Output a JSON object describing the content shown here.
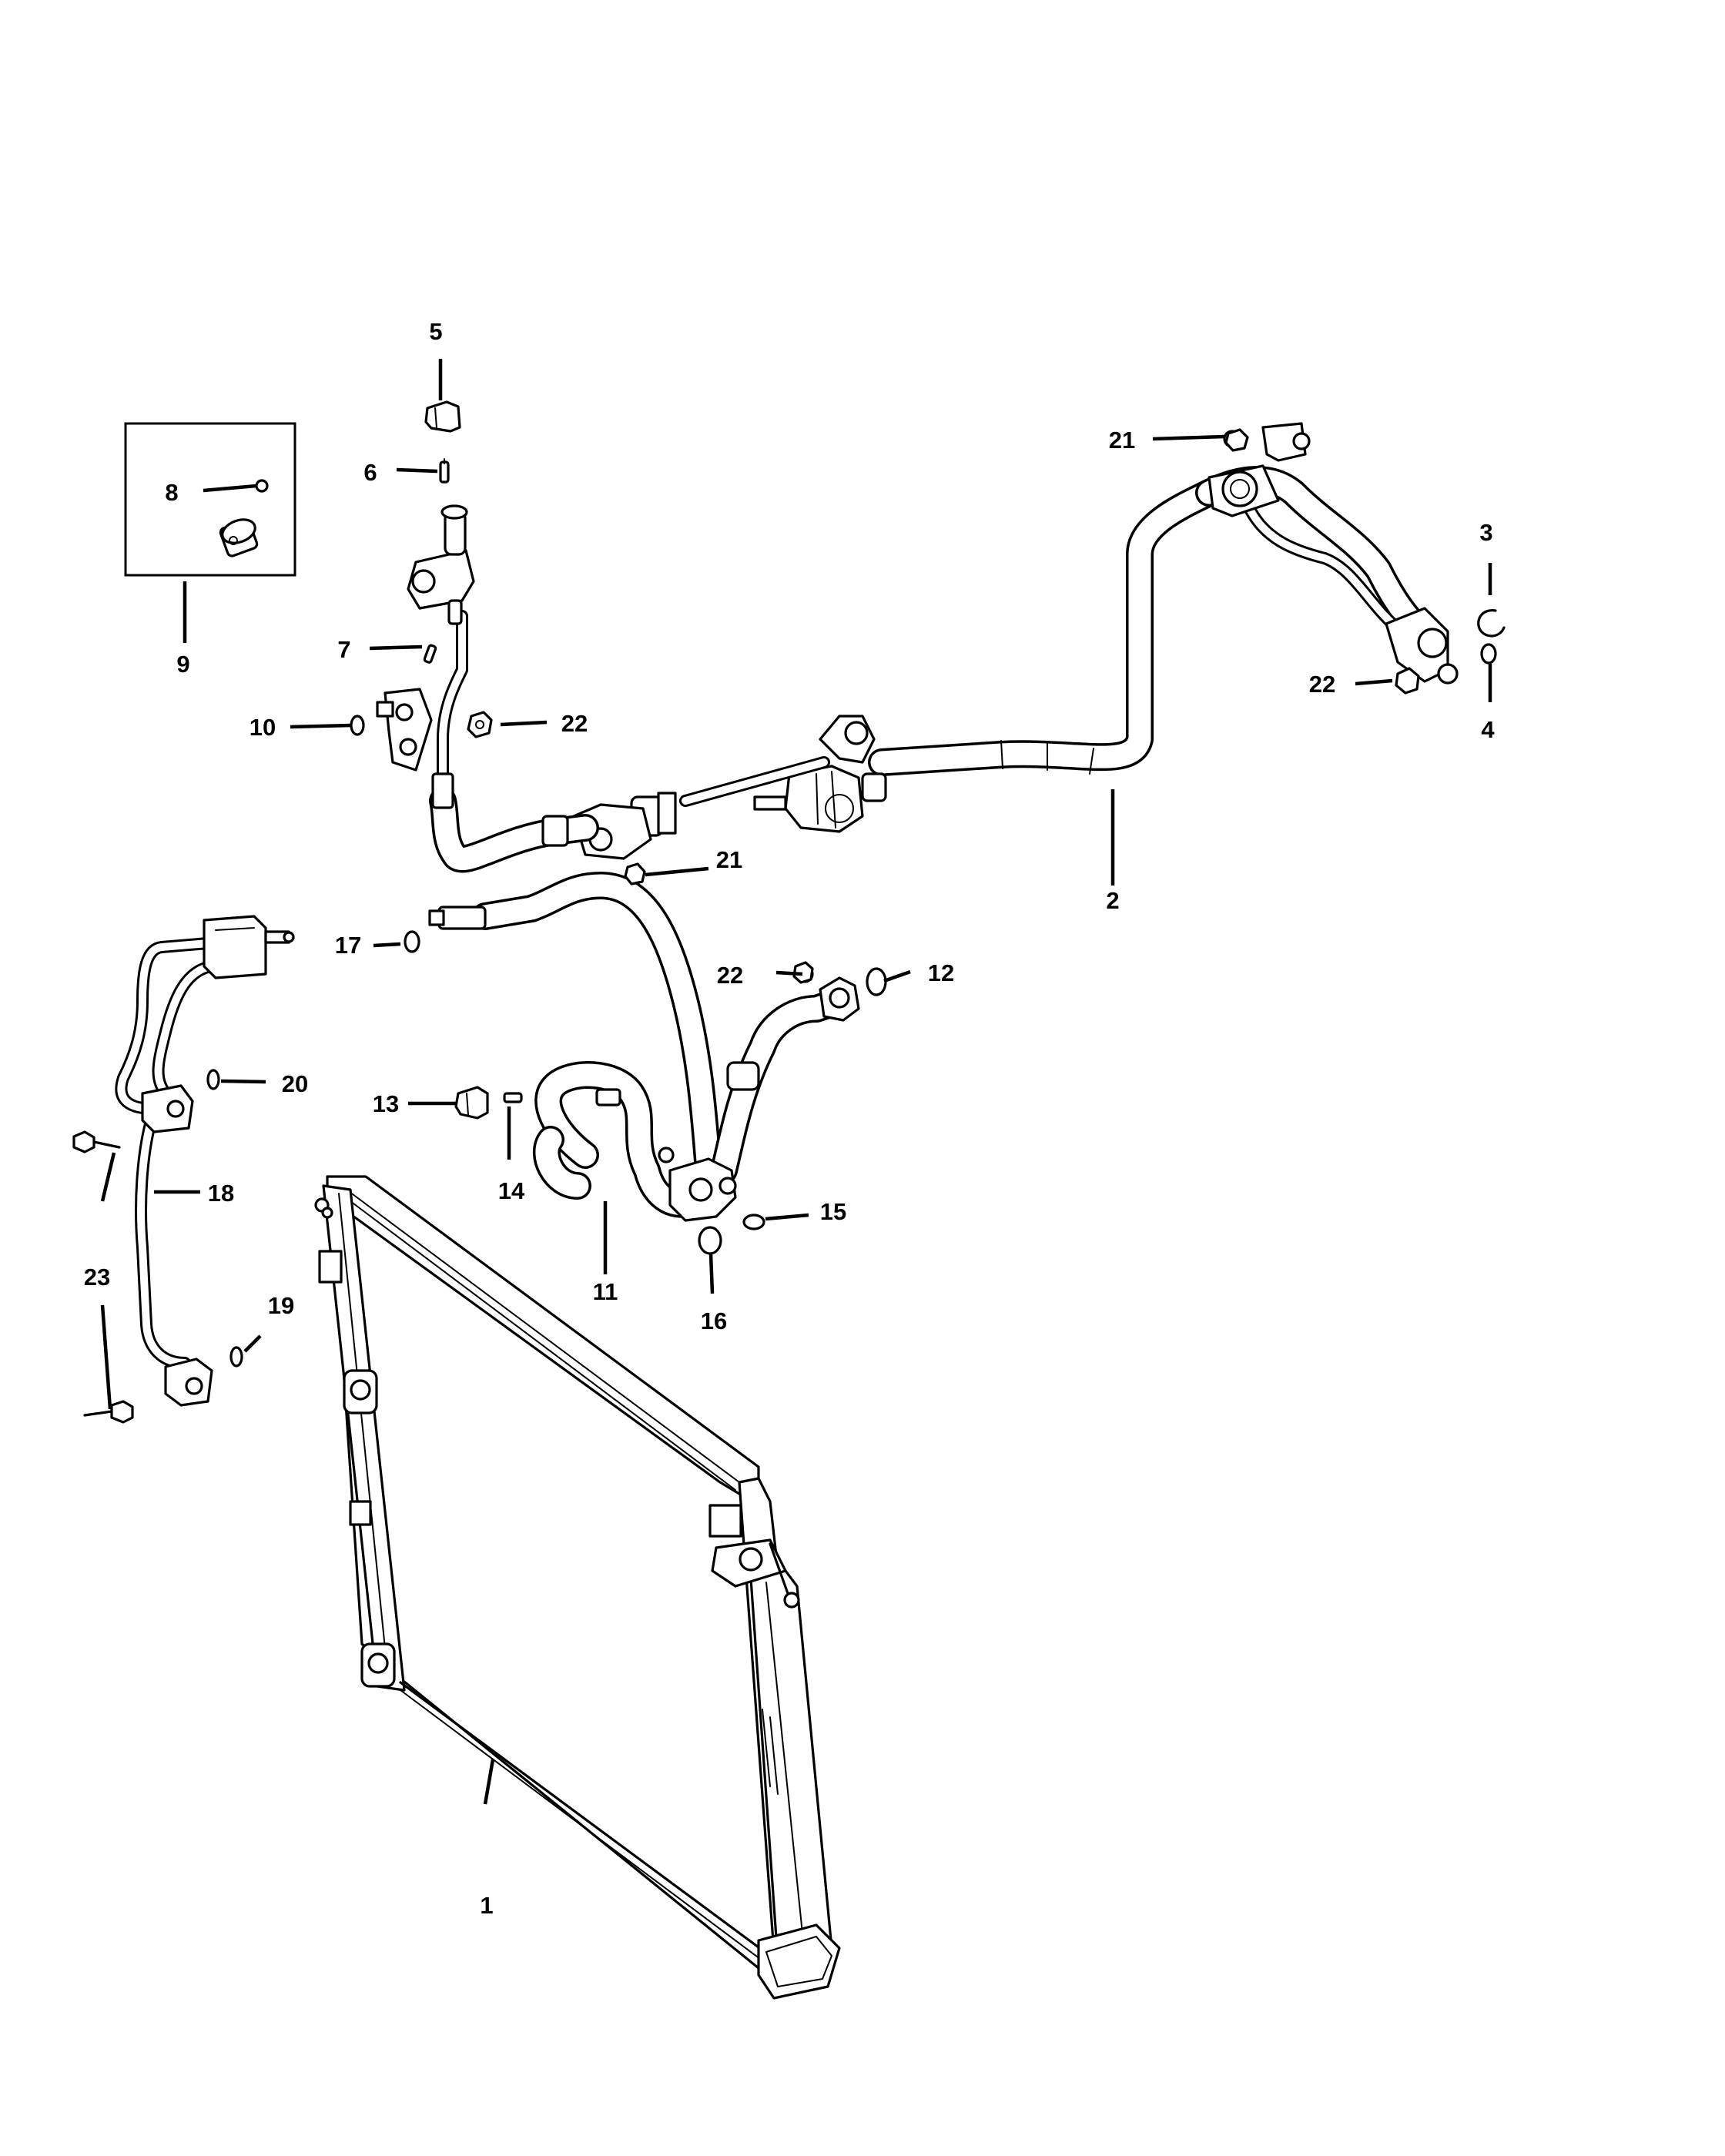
{
  "callouts": [
    {
      "id": "1",
      "label": "1",
      "part": "condenser"
    },
    {
      "id": "2",
      "label": "2",
      "part": "suction-line"
    },
    {
      "id": "3",
      "label": "3",
      "part": "snap-ring"
    },
    {
      "id": "4",
      "label": "4",
      "part": "o-ring"
    },
    {
      "id": "5",
      "label": "5",
      "part": "service-cap"
    },
    {
      "id": "6",
      "label": "6",
      "part": "valve-core"
    },
    {
      "id": "7",
      "label": "7",
      "part": "valve-core"
    },
    {
      "id": "8",
      "label": "8",
      "part": "o-ring"
    },
    {
      "id": "9",
      "label": "9",
      "part": "pressure-switch-kit"
    },
    {
      "id": "10",
      "label": "10",
      "part": "o-ring"
    },
    {
      "id": "11",
      "label": "11",
      "part": "discharge-line"
    },
    {
      "id": "12",
      "label": "12",
      "part": "o-ring"
    },
    {
      "id": "13",
      "label": "13",
      "part": "service-cap"
    },
    {
      "id": "14",
      "label": "14",
      "part": "valve-core"
    },
    {
      "id": "15",
      "label": "15",
      "part": "o-ring"
    },
    {
      "id": "16",
      "label": "16",
      "part": "o-ring"
    },
    {
      "id": "17",
      "label": "17",
      "part": "o-ring"
    },
    {
      "id": "18",
      "label": "18",
      "part": "liquid-line"
    },
    {
      "id": "19",
      "label": "19",
      "part": "o-ring"
    },
    {
      "id": "20",
      "label": "20",
      "part": "o-ring"
    },
    {
      "id": "21a",
      "label": "21",
      "part": "nut"
    },
    {
      "id": "21b",
      "label": "21",
      "part": "nut"
    },
    {
      "id": "22a",
      "label": "22",
      "part": "nut"
    },
    {
      "id": "22b",
      "label": "22",
      "part": "nut"
    },
    {
      "id": "22c",
      "label": "22",
      "part": "nut"
    },
    {
      "id": "23",
      "label": "23",
      "part": "bolt"
    }
  ],
  "colors": {
    "line": "#000000",
    "fill": "#ffffff"
  }
}
